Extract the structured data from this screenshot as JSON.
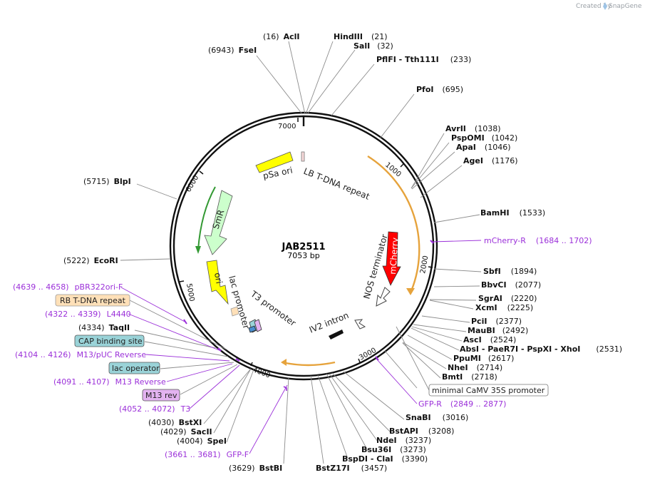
{
  "header": {
    "created_by": "Created by",
    "brand": "SnapGene"
  },
  "plasmid": {
    "name": "JAB2511",
    "length_label": "7053 bp"
  },
  "ticks": [
    "1000",
    "2000",
    "3000",
    "4000",
    "5000",
    "6000",
    "7000"
  ],
  "enzymes": [
    {
      "key": "acli",
      "name": "AclI",
      "pos": "(16)",
      "side": "L"
    },
    {
      "key": "hindiii",
      "name": "HindIII",
      "pos": "(21)",
      "side": "R"
    },
    {
      "key": "fsei",
      "name": "FseI",
      "pos": "(6943)",
      "side": "L"
    },
    {
      "key": "sali",
      "name": "SalI",
      "pos": "(32)",
      "side": "R"
    },
    {
      "key": "pflfi",
      "name": "PflFI  - Tth111I",
      "pos": "(233)",
      "side": "R"
    },
    {
      "key": "pfoi",
      "name": "PfoI",
      "pos": "(695)",
      "side": "R"
    },
    {
      "key": "avrii",
      "name": "AvrII",
      "pos": "(1038)",
      "side": "R"
    },
    {
      "key": "pspomi",
      "name": "PspOMI",
      "pos": "(1042)",
      "side": "R"
    },
    {
      "key": "apai",
      "name": "ApaI",
      "pos": "(1046)",
      "side": "R"
    },
    {
      "key": "agei",
      "name": "AgeI",
      "pos": "(1176)",
      "side": "R"
    },
    {
      "key": "blpi",
      "name": "BlpI",
      "pos": "(5715)",
      "side": "L"
    },
    {
      "key": "bamhi",
      "name": "BamHI",
      "pos": "(1533)",
      "side": "R"
    },
    {
      "key": "ecori",
      "name": "EcoRI",
      "pos": "(5222)",
      "side": "L"
    },
    {
      "key": "sbfi",
      "name": "SbfI",
      "pos": "(1894)",
      "side": "R"
    },
    {
      "key": "bbvci",
      "name": "BbvCI",
      "pos": "(2077)",
      "side": "R"
    },
    {
      "key": "sgrai",
      "name": "SgrAI",
      "pos": "(2220)",
      "side": "R"
    },
    {
      "key": "xcmi",
      "name": "XcmI",
      "pos": "(2225)",
      "side": "R"
    },
    {
      "key": "taqii",
      "name": "TaqII",
      "pos": "(4334)",
      "side": "L"
    },
    {
      "key": "pcii",
      "name": "PciI",
      "pos": "(2377)",
      "side": "R"
    },
    {
      "key": "maubi",
      "name": "MauBI",
      "pos": "(2492)",
      "side": "R"
    },
    {
      "key": "asci",
      "name": "AscI",
      "pos": "(2524)",
      "side": "R"
    },
    {
      "key": "absi",
      "name": "AbsI   - PaeR7I  - PspXI  - XhoI",
      "pos": "(2531)",
      "side": "R"
    },
    {
      "key": "ppumi",
      "name": "PpuMI",
      "pos": "(2617)",
      "side": "R"
    },
    {
      "key": "nhei",
      "name": "NheI",
      "pos": "(2714)",
      "side": "R"
    },
    {
      "key": "bmti",
      "name": "BmtI",
      "pos": "(2718)",
      "side": "R"
    },
    {
      "key": "snabi",
      "name": "SnaBI",
      "pos": "(3016)",
      "side": "R"
    },
    {
      "key": "bstxi",
      "name": "BstXI",
      "pos": "(4030)",
      "side": "L"
    },
    {
      "key": "sacii",
      "name": "SacII",
      "pos": "(4029)",
      "side": "L"
    },
    {
      "key": "bstapi",
      "name": "BstAPI",
      "pos": "(3208)",
      "side": "R"
    },
    {
      "key": "spei",
      "name": "SpeI",
      "pos": "(4004)",
      "side": "L"
    },
    {
      "key": "ndei",
      "name": "NdeI",
      "pos": "(3237)",
      "side": "R"
    },
    {
      "key": "bsu36i",
      "name": "Bsu36I",
      "pos": "(3273)",
      "side": "R"
    },
    {
      "key": "bspdi",
      "name": "BspDI  - ClaI",
      "pos": "(3390)",
      "side": "R"
    },
    {
      "key": "bstbi",
      "name": "BstBI",
      "pos": "(3629)",
      "side": "L"
    },
    {
      "key": "bstz17i",
      "name": "BstZ17I",
      "pos": "(3457)",
      "side": "R"
    }
  ],
  "primers": [
    {
      "key": "mcherry_r",
      "name": "mCherry-R",
      "pos": "(1684 .. 1702)"
    },
    {
      "key": "pbr322ori_f",
      "name": "pBR322ori-F",
      "pos": "(4639 .. 4658)"
    },
    {
      "key": "l4440",
      "name": "L4440",
      "pos": "(4322 .. 4339)"
    },
    {
      "key": "m13puc_rev",
      "name": "M13/pUC Reverse",
      "pos": "(4104 .. 4126)"
    },
    {
      "key": "m13_reverse",
      "name": "M13 Reverse",
      "pos": "(4091 .. 4107)"
    },
    {
      "key": "t3",
      "name": "T3",
      "pos": "(4052 .. 4072)"
    },
    {
      "key": "gfp_r",
      "name": "GFP-R",
      "pos": "(2849 .. 2877)"
    },
    {
      "key": "gfp_f",
      "name": "GFP-F",
      "pos": "(3661 .. 3681)"
    }
  ],
  "boxed": {
    "rb_tdna": "RB T-DNA repeat",
    "cap": "CAP binding site",
    "lac_operator": "lac operator",
    "m13_rev": "M13 rev",
    "camv": "minimal CaMV 35S promoter"
  },
  "features": {
    "psa_ori": "pSa ori",
    "lb_tdna": "LB T-DNA repeat",
    "smr": "SmR",
    "mcherry": "mCherry",
    "nos": "NOS terminator",
    "ori": "ori",
    "lac_promoter": "lac promoter",
    "t3_promoter": "T3 promoter",
    "iv2": "IV2 intron"
  },
  "colors": {
    "backbone": "#111111",
    "psa_ori": "#ffff00",
    "ori": "#ffff00",
    "smr": "#ccffcc",
    "smr_dark": "#339933",
    "mcherry": "#ff0000",
    "orange_arc": "#e6a33c",
    "primer": "#9b30d9",
    "rb_box": "#ffe0b8",
    "cap_box": "#9ad3d8",
    "lacop_box": "#9ad3d8",
    "m13_box": "#e3b3f0"
  }
}
